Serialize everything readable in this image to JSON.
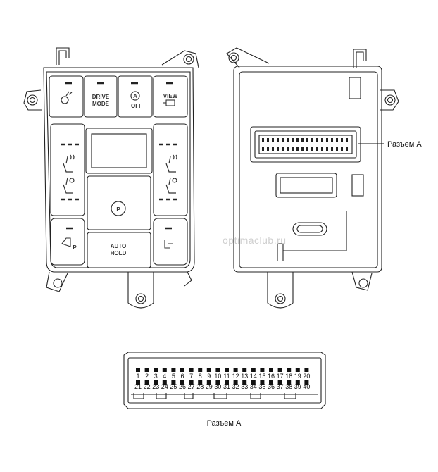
{
  "front_panel": {
    "buttons": {
      "drive_mode": [
        "DRIVE",
        "MODE"
      ],
      "auto_off": "OFF",
      "view": "VIEW",
      "auto_hold": [
        "AUTO",
        "HOLD"
      ],
      "epb_symbol": "P",
      "park_assist": "P"
    }
  },
  "watermark": "optimaclub.ru",
  "callout_label": "Разъем A",
  "connector": {
    "caption": "Разъем A",
    "row1_pins": [
      "1",
      "2",
      "3",
      "4",
      "5",
      "6",
      "7",
      "8",
      "9",
      "10",
      "11",
      "12",
      "13",
      "14",
      "15",
      "16",
      "17",
      "18",
      "19",
      "20"
    ],
    "row2_pins": [
      "21",
      "22",
      "23",
      "24",
      "25",
      "26",
      "27",
      "28",
      "29",
      "30",
      "31",
      "32",
      "33",
      "34",
      "35",
      "36",
      "37",
      "38",
      "39",
      "40"
    ]
  }
}
